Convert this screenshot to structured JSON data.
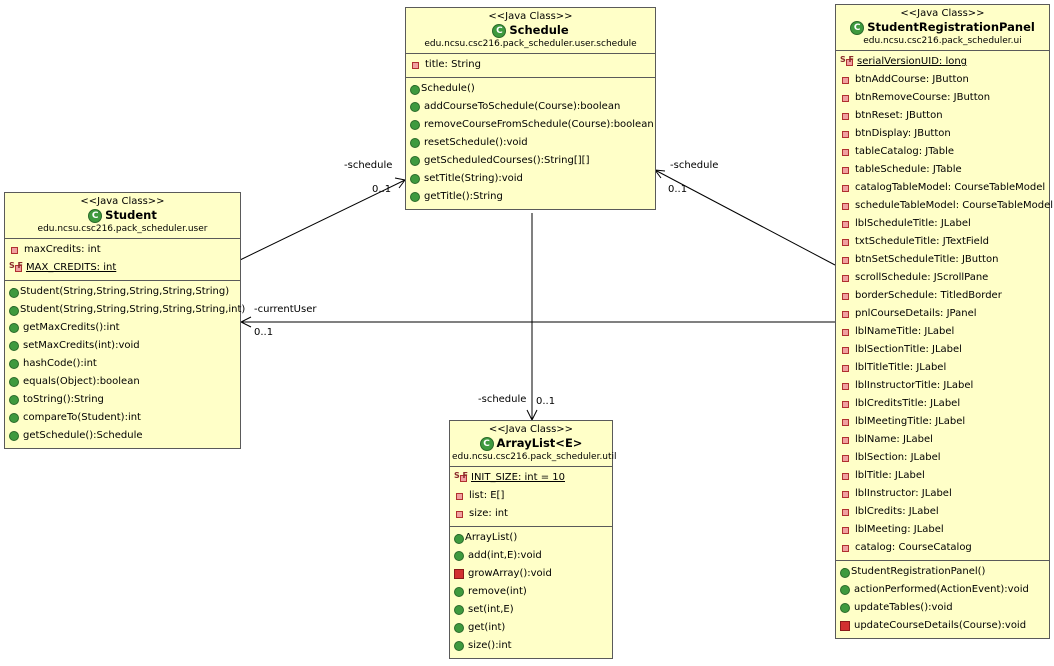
{
  "stereotype": "<<Java Class>>",
  "schedule_class": {
    "name": "Schedule",
    "package": "edu.ncsu.csc216.pack_scheduler.user.schedule",
    "attributes": [
      "title: String"
    ],
    "operations": [
      "Schedule()",
      "addCourseToSchedule(Course):boolean",
      "removeCourseFromSchedule(Course):boolean",
      "resetSchedule():void",
      "getScheduledCourses():String[][]",
      "setTitle(String):void",
      "getTitle():String"
    ]
  },
  "student_class": {
    "name": "Student",
    "package": "edu.ncsu.csc216.pack_scheduler.user",
    "attributes": [
      "maxCredits: int",
      "MAX_CREDITS: int"
    ],
    "operations": [
      "Student(String,String,String,String,String)",
      "Student(String,String,String,String,String,int)",
      "getMaxCredits():int",
      "setMaxCredits(int):void",
      "hashCode():int",
      "equals(Object):boolean",
      "toString():String",
      "compareTo(Student):int",
      "getSchedule():Schedule"
    ]
  },
  "arraylist_class": {
    "name": "ArrayList<E>",
    "package": "edu.ncsu.csc216.pack_scheduler.util",
    "attributes": [
      "INIT_SIZE: int = 10",
      "list: E[]",
      "size: int"
    ],
    "operations": [
      "ArrayList()",
      "add(int,E):void",
      "growArray():void",
      "remove(int)",
      "set(int,E)",
      "get(int)",
      "size():int"
    ]
  },
  "panel_class": {
    "name": "StudentRegistrationPanel",
    "package": "edu.ncsu.csc216.pack_scheduler.ui",
    "attributes": [
      "serialVersionUID: long",
      "btnAddCourse: JButton",
      "btnRemoveCourse: JButton",
      "btnReset: JButton",
      "btnDisplay: JButton",
      "tableCatalog: JTable",
      "tableSchedule: JTable",
      "catalogTableModel: CourseTableModel",
      "scheduleTableModel: CourseTableModel",
      "lblScheduleTitle: JLabel",
      "txtScheduleTitle: JTextField",
      "btnSetScheduleTitle: JButton",
      "scrollSchedule: JScrollPane",
      "borderSchedule: TitledBorder",
      "pnlCourseDetails: JPanel",
      "lblNameTitle: JLabel",
      "lblSectionTitle: JLabel",
      "lblTitleTitle: JLabel",
      "lblInstructorTitle: JLabel",
      "lblCreditsTitle: JLabel",
      "lblMeetingTitle: JLabel",
      "lblName: JLabel",
      "lblSection: JLabel",
      "lblTitle: JLabel",
      "lblInstructor: JLabel",
      "lblCredits: JLabel",
      "lblMeeting: JLabel",
      "catalog: CourseCatalog"
    ],
    "operations": [
      "StudentRegistrationPanel()",
      "actionPerformed(ActionEvent):void",
      "updateTables():void",
      "updateCourseDetails(Course):void"
    ]
  },
  "associations": {
    "student_schedule": {
      "role": "-schedule",
      "multiplicity": "0..1"
    },
    "panel_schedule": {
      "role": "-schedule",
      "multiplicity": "0..1"
    },
    "panel_student": {
      "role": "-currentUser",
      "multiplicity": "0..1"
    },
    "schedule_arraylist": {
      "role": "-schedule",
      "multiplicity": "0..1"
    }
  }
}
